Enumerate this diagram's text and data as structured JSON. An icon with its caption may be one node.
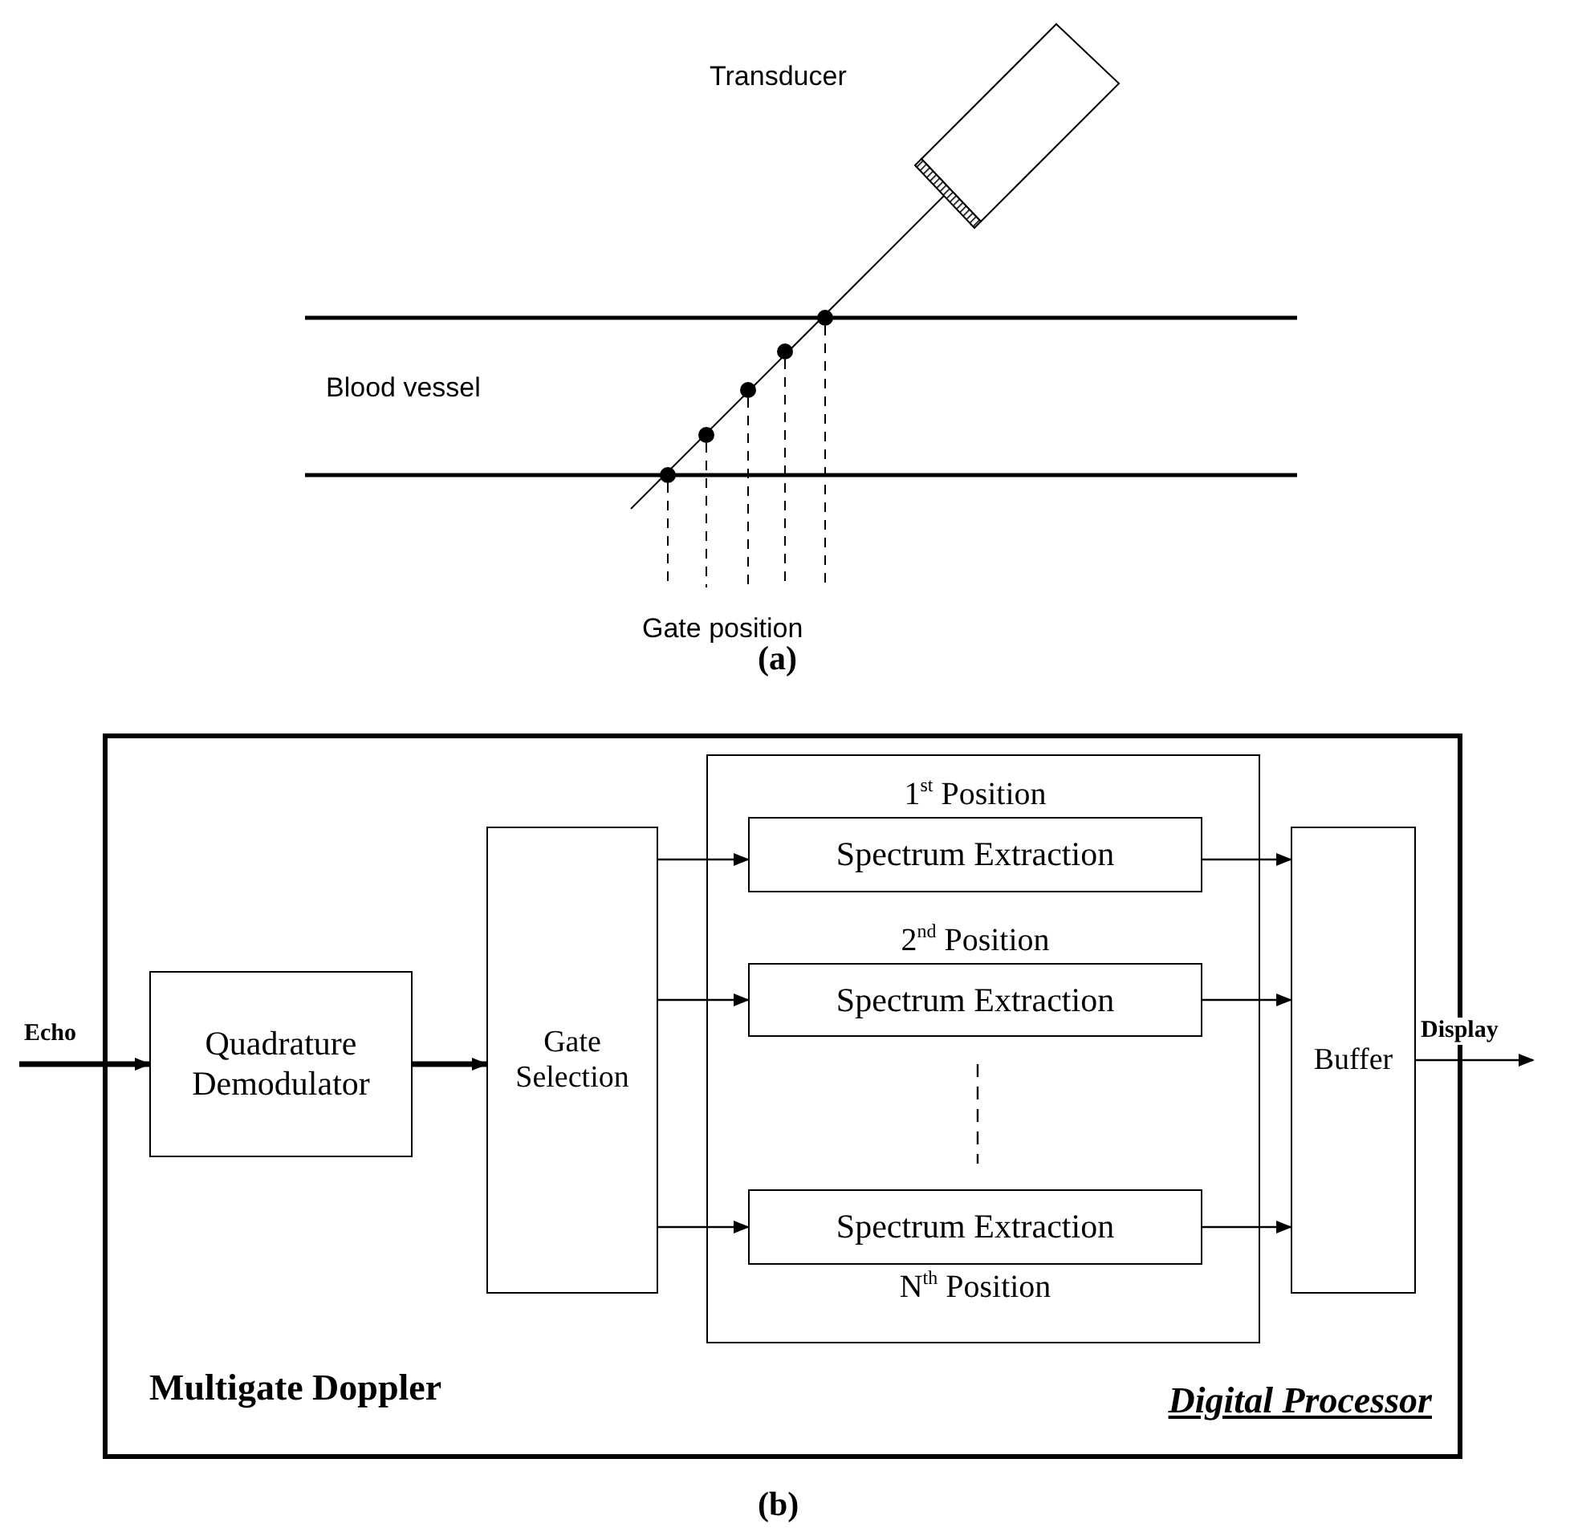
{
  "diagram": {
    "nodes": [
      {
        "text": [
          "Multigate Doppler",
          "Digital Processor"
        ]
      },
      {
        "text": [
          "Quadrature Demodulator"
        ],
        "in": 0
      },
      {
        "text": [
          "Gate Selection"
        ],
        "in": 0
      },
      {
        "text": [],
        "shape": "box",
        "in": 0
      },
      {
        "text": [
          "1$^{st}$ Position",
          "Spectrum Extraction"
        ],
        "in": 3
      },
      {
        "text": [
          "2$^{nd}$ Position",
          "Spectrum Extraction"
        ],
        "in": 3
      },
      {
        "text": [
          "Spectrum Extraction",
          "N$^{th}$ Position"
        ],
        "in": 3
      },
      {
        "text": [
          "Buffer"
        ],
        "in": 0
      }
    ],
    "edges": [
      {
        "from": null,
        "to": 1,
        "arrow": "to",
        "label": "Echo",
        "style": "thick"
      },
      {
        "from": 1,
        "to": 2,
        "arrow": "to",
        "style": "thick"
      },
      {
        "from": 2,
        "to": 4,
        "arrow": "to"
      },
      {
        "from": 2,
        "to": 5,
        "arrow": "to"
      },
      {
        "from": 2,
        "to": 6,
        "arrow": "to"
      },
      {
        "from": 4,
        "to": 7,
        "arrow": "to"
      },
      {
        "from": 5,
        "to": 7,
        "arrow": "to"
      },
      {
        "from": 6,
        "to": 7,
        "arrow": "to"
      },
      {
        "from": 7,
        "to": null,
        "arrow": "to",
        "label": "Display"
      }
    ],
    "labels": [
      "Transducer",
      "Blood vessel",
      "Gate position",
      "(a)",
      "(b)"
    ]
  }
}
